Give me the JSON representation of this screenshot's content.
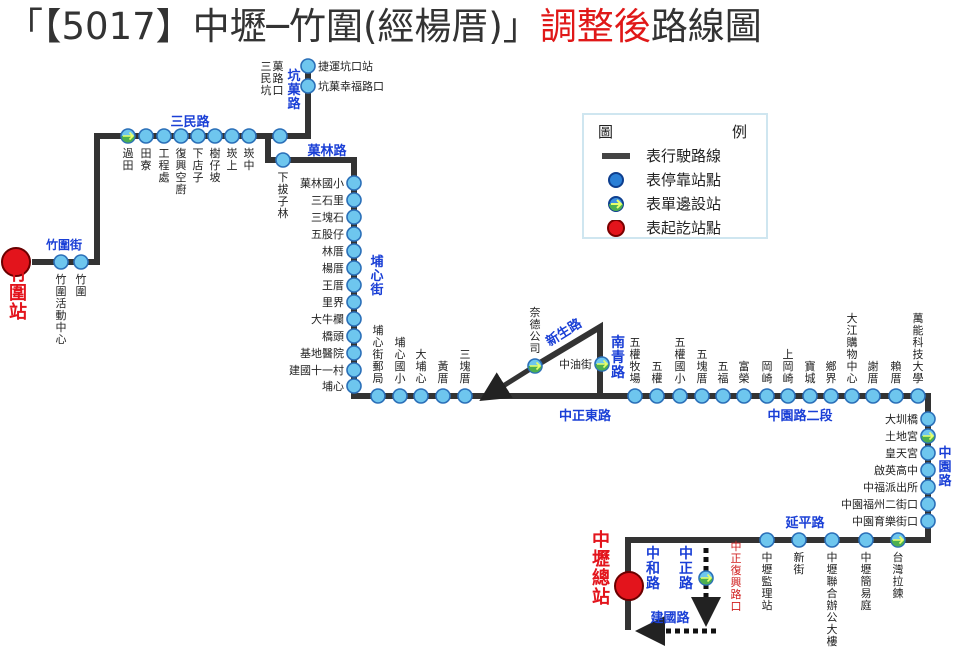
{
  "title": {
    "part1": "「【5017】中壢─竹圍(經楊厝)」",
    "part2": "調整後",
    "part3": "路線圖"
  },
  "colors": {
    "route": "#333333",
    "stop": "#6ec6ee",
    "stop_border": "#2a6fb8",
    "terminal": "#e3141c",
    "road_label": "#1a3fd6",
    "terminal_label": "#e3141c",
    "new_stop": "#d02020"
  },
  "legend": {
    "heading_left": "圖",
    "heading_right": "例",
    "items": [
      {
        "icon": "route-line-icon",
        "label": "表行駛路線"
      },
      {
        "icon": "stop-icon",
        "label": "表停靠站點"
      },
      {
        "icon": "one-way-stop-icon",
        "label": "表單邊設站"
      },
      {
        "icon": "terminal-icon",
        "label": "表起訖站點"
      }
    ]
  },
  "terminals": [
    {
      "label": "竹圍站"
    },
    {
      "label": "中壢總站"
    }
  ],
  "roads": [
    {
      "label": "竹圍街"
    },
    {
      "label": "三民路"
    },
    {
      "label": "坑菓路"
    },
    {
      "label": "菓林路"
    },
    {
      "label": "埔心街"
    },
    {
      "label": "新生路"
    },
    {
      "label": "南青路"
    },
    {
      "label": "中正東路"
    },
    {
      "label": "中園路二段"
    },
    {
      "label": "中園路"
    },
    {
      "label": "延平路"
    },
    {
      "label": "中和路"
    },
    {
      "label": "中正路"
    },
    {
      "label": "建國路"
    }
  ],
  "stops": [
    {
      "label": "竹圍活動中心"
    },
    {
      "label": "竹圍"
    },
    {
      "label": "過田"
    },
    {
      "label": "田寮"
    },
    {
      "label": "工程處"
    },
    {
      "label": "復興空廚"
    },
    {
      "label": "下店子"
    },
    {
      "label": "樹仔坡"
    },
    {
      "label": "崁上"
    },
    {
      "label": "崁中"
    },
    {
      "label": "三民坑菓路口"
    },
    {
      "label": "捷運坑口站"
    },
    {
      "label": "坑菓幸福路口"
    },
    {
      "label": "下拔子林"
    },
    {
      "label": "菓林國小"
    },
    {
      "label": "三石里"
    },
    {
      "label": "三塊石"
    },
    {
      "label": "五股仔"
    },
    {
      "label": "林厝"
    },
    {
      "label": "楊厝"
    },
    {
      "label": "王厝"
    },
    {
      "label": "里界"
    },
    {
      "label": "大牛欄"
    },
    {
      "label": "橋頭"
    },
    {
      "label": "基地醫院"
    },
    {
      "label": "建國十一村"
    },
    {
      "label": "埔心"
    },
    {
      "label": "埔心街郵局"
    },
    {
      "label": "埔心國小"
    },
    {
      "label": "大埔心"
    },
    {
      "label": "黃厝"
    },
    {
      "label": "三塊厝"
    },
    {
      "label": "奈德公司"
    },
    {
      "label": "中油街"
    },
    {
      "label": "五權牧場"
    },
    {
      "label": "五權"
    },
    {
      "label": "五權國小"
    },
    {
      "label": "五塊厝"
    },
    {
      "label": "五福"
    },
    {
      "label": "富榮"
    },
    {
      "label": "岡崎"
    },
    {
      "label": "上岡崎"
    },
    {
      "label": "寶城"
    },
    {
      "label": "鄉界"
    },
    {
      "label": "大江購物中心"
    },
    {
      "label": "謝厝"
    },
    {
      "label": "賴厝"
    },
    {
      "label": "萬能科技大學"
    },
    {
      "label": "大圳橋"
    },
    {
      "label": "土地宮"
    },
    {
      "label": "皇天宮"
    },
    {
      "label": "啟英高中"
    },
    {
      "label": "中福派出所"
    },
    {
      "label": "中園福州二街口"
    },
    {
      "label": "中園育樂街口"
    },
    {
      "label": "台灣拉鍊"
    },
    {
      "label": "中壢簡易庭"
    },
    {
      "label": "中壢聯合辦公大樓"
    },
    {
      "label": "新街"
    },
    {
      "label": "中壢監理站"
    },
    {
      "label": "中正復興路口"
    }
  ]
}
